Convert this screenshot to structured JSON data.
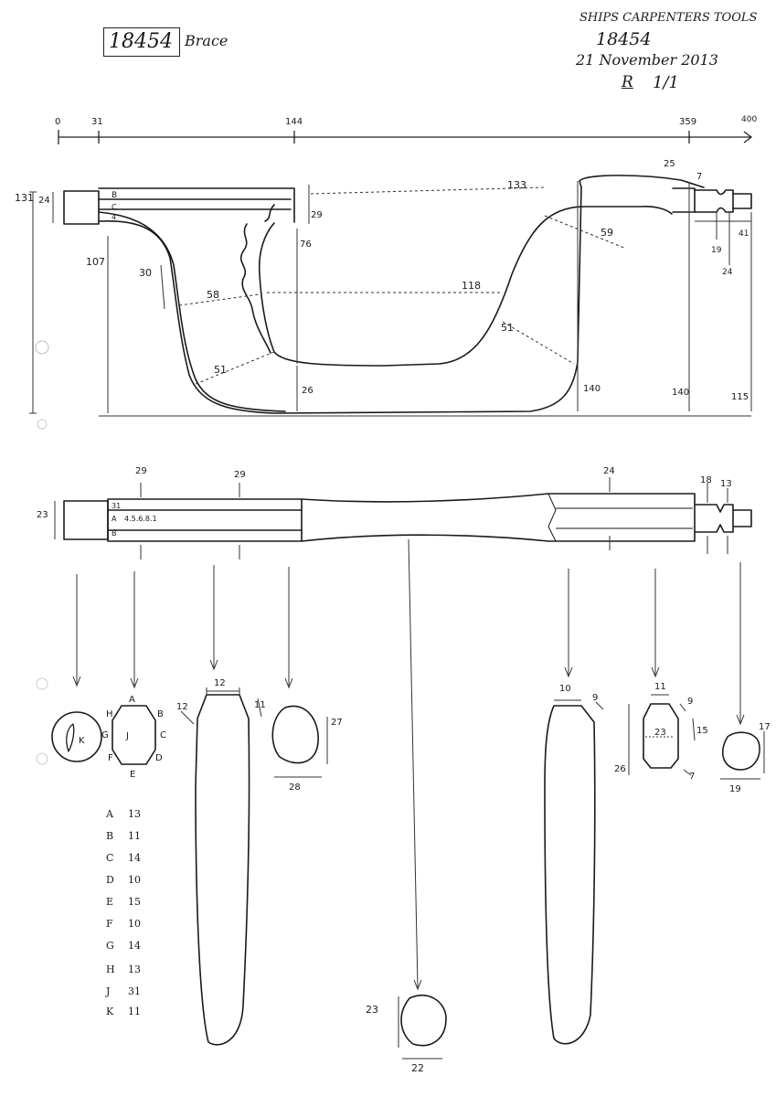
{
  "header": {
    "id_box": "18454",
    "object_name": "Brace",
    "collection": "SHIPS CARPENTERS TOOLS",
    "catalog_number": "18454",
    "date": "21 November 2013",
    "initials": "R",
    "scale": "1/1"
  },
  "scale_bar": {
    "ticks": [
      "0",
      "31",
      "144",
      "359",
      "400"
    ]
  },
  "side_view": {
    "dims": [
      "131",
      "24",
      "107",
      "29",
      "76",
      "133",
      "59",
      "118",
      "58",
      "30",
      "51",
      "51",
      "26",
      "140",
      "140",
      "115",
      "25",
      "7",
      "19",
      "41",
      "24"
    ],
    "labels": [
      "B",
      "C",
      "4"
    ]
  },
  "top_view": {
    "dims": [
      "23",
      "29",
      "29",
      "24",
      "18",
      "13"
    ],
    "labels": [
      "31",
      "A",
      "4.5.6.8.1",
      "B"
    ]
  },
  "sections": {
    "octagon_labels": [
      "A",
      "B",
      "C",
      "D",
      "E",
      "F",
      "G",
      "H",
      "J"
    ],
    "k_label": "K",
    "dims": [
      "12",
      "12",
      "11",
      "27",
      "28",
      "23",
      "22",
      "10",
      "9",
      "11",
      "9",
      "23",
      "15",
      "26",
      "7",
      "17",
      "19"
    ]
  },
  "measurements": [
    {
      "letter": "A",
      "value": "13"
    },
    {
      "letter": "B",
      "value": "11"
    },
    {
      "letter": "C",
      "value": "14"
    },
    {
      "letter": "D",
      "value": "10"
    },
    {
      "letter": "E",
      "value": "15"
    },
    {
      "letter": "F",
      "value": "10"
    },
    {
      "letter": "G",
      "value": "14"
    },
    {
      "letter": "H",
      "value": "13"
    },
    {
      "letter": "J",
      "value": "31"
    },
    {
      "letter": "K",
      "value": "11"
    }
  ]
}
